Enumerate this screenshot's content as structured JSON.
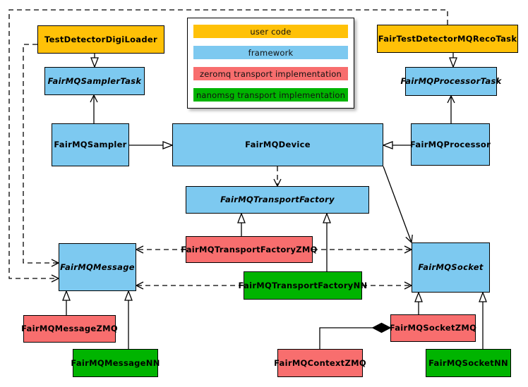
{
  "legend": {
    "items": [
      {
        "label": "user code",
        "color": "#FFC107"
      },
      {
        "label": "framework",
        "color": "#7DC9F0"
      },
      {
        "label": "zeromq transport implementation",
        "color": "#F86E6E"
      },
      {
        "label": "nanomsg transport implementation",
        "color": "#00B400"
      }
    ]
  },
  "nodes": {
    "test_detector_digi_loader": {
      "label": "TestDetectorDigiLoader",
      "category": "user code",
      "abstract": false
    },
    "fair_test_detector_mq_reco_task": {
      "label": "FairTestDetectorMQRecoTask",
      "category": "user code",
      "abstract": false
    },
    "fairmq_sampler_task": {
      "label": "FairMQSamplerTask",
      "category": "framework",
      "abstract": true
    },
    "fairmq_processor_task": {
      "label": "FairMQProcessorTask",
      "category": "framework",
      "abstract": true
    },
    "fairmq_sampler": {
      "label": "FairMQSampler",
      "category": "framework",
      "abstract": false
    },
    "fairmq_device": {
      "label": "FairMQDevice",
      "category": "framework",
      "abstract": false
    },
    "fairmq_processor": {
      "label": "FairMQProcessor",
      "category": "framework",
      "abstract": false
    },
    "fairmq_transport_factory": {
      "label": "FairMQTransportFactory",
      "category": "framework",
      "abstract": true
    },
    "fairmq_transport_factory_zmq": {
      "label": "FairMQTransportFactoryZMQ",
      "category": "zeromq",
      "abstract": false
    },
    "fairmq_transport_factory_nn": {
      "label": "FairMQTransportFactoryNN",
      "category": "nanomsg",
      "abstract": false
    },
    "fairmq_message": {
      "label": "FairMQMessage",
      "category": "framework",
      "abstract": true
    },
    "fairmq_socket": {
      "label": "FairMQSocket",
      "category": "framework",
      "abstract": true
    },
    "fairmq_message_zmq": {
      "label": "FairMQMessageZMQ",
      "category": "zeromq",
      "abstract": false
    },
    "fairmq_message_nn": {
      "label": "FairMQMessageNN",
      "category": "nanomsg",
      "abstract": false
    },
    "fairmq_socket_zmq": {
      "label": "FairMQSocketZMQ",
      "category": "zeromq",
      "abstract": false
    },
    "fairmq_socket_nn": {
      "label": "FairMQSocketNN",
      "category": "nanomsg",
      "abstract": false
    },
    "fairmq_context_zmq": {
      "label": "FairMQContextZMQ",
      "category": "zeromq",
      "abstract": false
    }
  },
  "colors": {
    "line": "#000000",
    "background": "#ffffff"
  }
}
